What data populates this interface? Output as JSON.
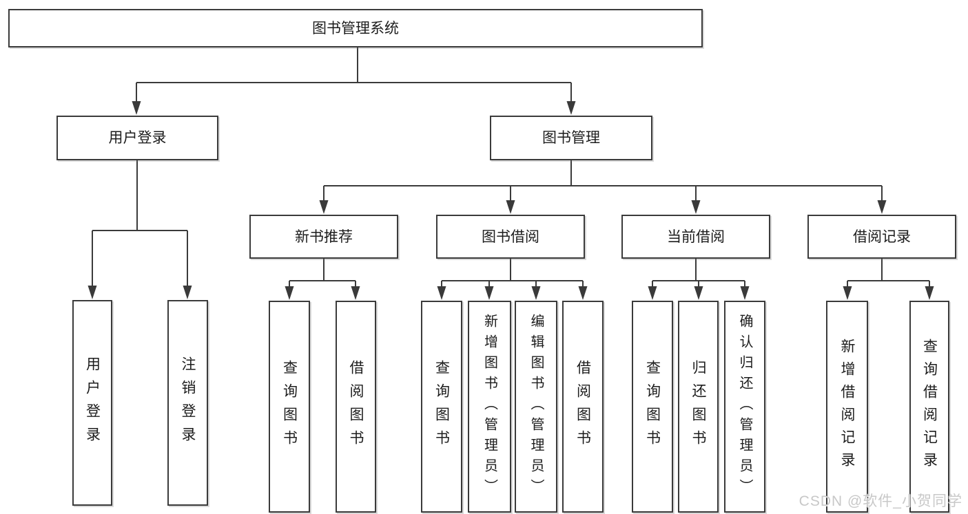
{
  "tree": {
    "root": {
      "label": "图书管理系统"
    },
    "branches": [
      {
        "label": "用户登录",
        "children": [
          {
            "label": "用户登录"
          },
          {
            "label": "注销登录"
          }
        ]
      },
      {
        "label": "图书管理",
        "children": [
          {
            "label": "新书推荐",
            "children": [
              {
                "label": "查询图书"
              },
              {
                "label": "借阅图书"
              }
            ]
          },
          {
            "label": "图书借阅",
            "children": [
              {
                "label": "查询图书"
              },
              {
                "label": "新增图书（管理员）"
              },
              {
                "label": "编辑图书（管理员）"
              },
              {
                "label": "借阅图书"
              }
            ]
          },
          {
            "label": "当前借阅",
            "children": [
              {
                "label": "查询图书"
              },
              {
                "label": "归还图书"
              },
              {
                "label": "确认归还（管理员）"
              }
            ]
          },
          {
            "label": "借阅记录",
            "children": [
              {
                "label": "新增借阅记录"
              },
              {
                "label": "查询借阅记录"
              }
            ]
          }
        ]
      }
    ]
  },
  "watermark": {
    "text": "CSDN @软件_小贺同学"
  },
  "colors": {
    "line": "#3a3a3a",
    "text": "#1c1c1c",
    "box_bg": "#ffffff",
    "watermark": "#c8c8c8"
  }
}
